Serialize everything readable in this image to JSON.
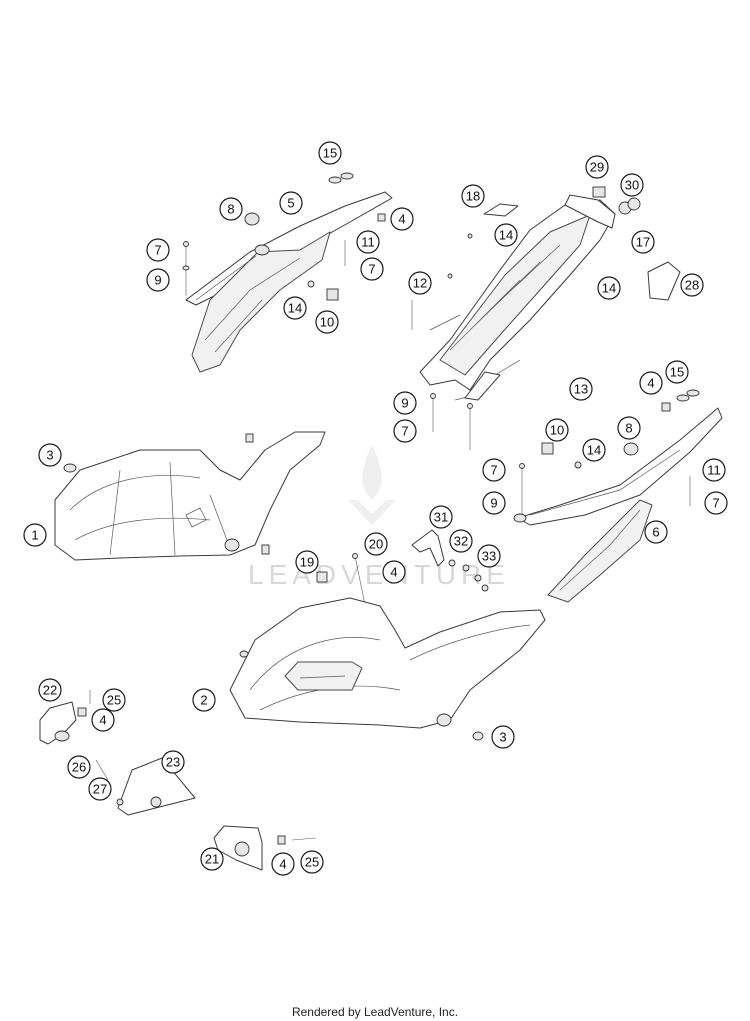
{
  "footer": "Rendered by LeadVenture, Inc.",
  "watermark": "LEADVENTURE",
  "callouts": [
    {
      "label": "15"
    },
    {
      "label": "8"
    },
    {
      "label": "5"
    },
    {
      "label": "4"
    },
    {
      "label": "7"
    },
    {
      "label": "11"
    },
    {
      "label": "9"
    },
    {
      "label": "7"
    },
    {
      "label": "14"
    },
    {
      "label": "10"
    },
    {
      "label": "18"
    },
    {
      "label": "29"
    },
    {
      "label": "30"
    },
    {
      "label": "14"
    },
    {
      "label": "17"
    },
    {
      "label": "12"
    },
    {
      "label": "14"
    },
    {
      "label": "28"
    },
    {
      "label": "13"
    },
    {
      "label": "9"
    },
    {
      "label": "7"
    },
    {
      "label": "4"
    },
    {
      "label": "15"
    },
    {
      "label": "10"
    },
    {
      "label": "14"
    },
    {
      "label": "8"
    },
    {
      "label": "7"
    },
    {
      "label": "11"
    },
    {
      "label": "9"
    },
    {
      "label": "7"
    },
    {
      "label": "6"
    },
    {
      "label": "3"
    },
    {
      "label": "1"
    },
    {
      "label": "31"
    },
    {
      "label": "20"
    },
    {
      "label": "32"
    },
    {
      "label": "33"
    },
    {
      "label": "19"
    },
    {
      "label": "4"
    },
    {
      "label": "2"
    },
    {
      "label": "22"
    },
    {
      "label": "25"
    },
    {
      "label": "4"
    },
    {
      "label": "3"
    },
    {
      "label": "23"
    },
    {
      "label": "26"
    },
    {
      "label": "27"
    },
    {
      "label": "21"
    },
    {
      "label": "4"
    },
    {
      "label": "25"
    }
  ]
}
